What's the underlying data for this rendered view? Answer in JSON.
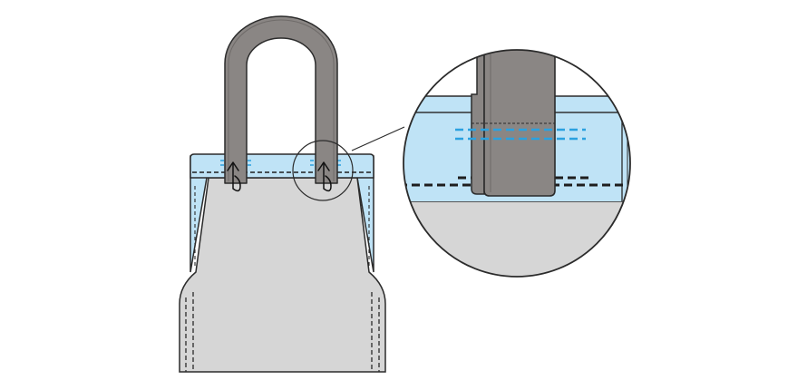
{
  "diagram": {
    "colors": {
      "background": "#ffffff",
      "outline": "#2b2b2b",
      "bag_body": "#d6d6d6",
      "lining_band": "#bfe3f6",
      "handle": "#8a8684",
      "blue_stitch": "#2aa1e0",
      "black_stitch": "#1e1e1e"
    },
    "parts": {
      "bag": "tote-bag",
      "handle": "strap-handle",
      "band": "top-facing-band",
      "detail": "magnified-handle-attachment",
      "arrows": "fold-down-arrow"
    }
  }
}
